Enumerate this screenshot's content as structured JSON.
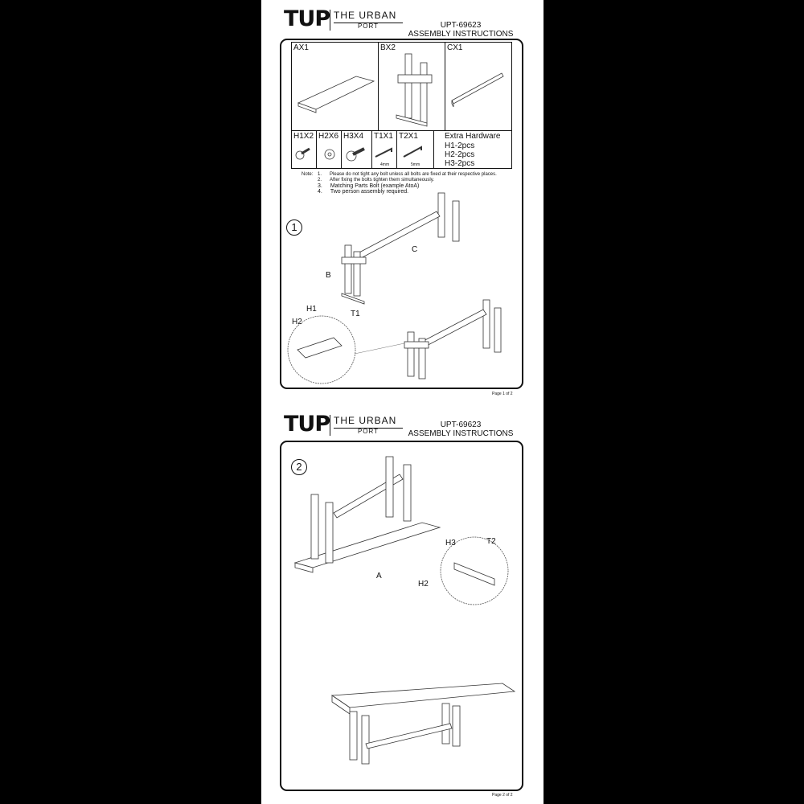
{
  "pages": [
    {
      "logo": "TUP",
      "brand_top": "THE URBAN",
      "brand_bottom": "PORT",
      "product_code": "UPT-69623",
      "title": "ASSEMBLY INSTRUCTIONS",
      "footer": "Page 1 of 2",
      "parts": [
        "AX1",
        "BX2",
        "CX1"
      ],
      "hardware": [
        {
          "label": "H1X2"
        },
        {
          "label": "H2X6"
        },
        {
          "label": "H3X4"
        },
        {
          "label": "T1X1",
          "size": "4mm"
        },
        {
          "label": "T2X1",
          "size": "5mm"
        }
      ],
      "extra": {
        "title": "Extra Hardware",
        "items": [
          "H1-2pcs",
          "H2-2pcs",
          "H3-2pcs"
        ]
      },
      "notes": {
        "label": "Note:",
        "items": [
          {
            "n": "1.",
            "text": "Please do not tight any bolt unless all bolts are fixed at their respective places."
          },
          {
            "n": "2.",
            "text": "After fixing the bolts tighten them simultaneously."
          },
          {
            "n": "3.",
            "text": "Matching Parts Bolt (example AtoA)"
          },
          {
            "n": "4.",
            "text": "Two person assembly required."
          }
        ]
      },
      "step": "1",
      "callouts": {
        "b": "B",
        "c": "C",
        "h1": "H1",
        "h2": "H2",
        "t1": "T1"
      }
    },
    {
      "logo": "TUP",
      "brand_top": "THE URBAN",
      "brand_bottom": "PORT",
      "product_code": "UPT-69623",
      "title": "ASSEMBLY INSTRUCTIONS",
      "footer": "Page 2 of 2",
      "step": "2",
      "callouts": {
        "a": "A",
        "h3": "H3",
        "t2": "T2",
        "h2": "H2"
      }
    }
  ]
}
